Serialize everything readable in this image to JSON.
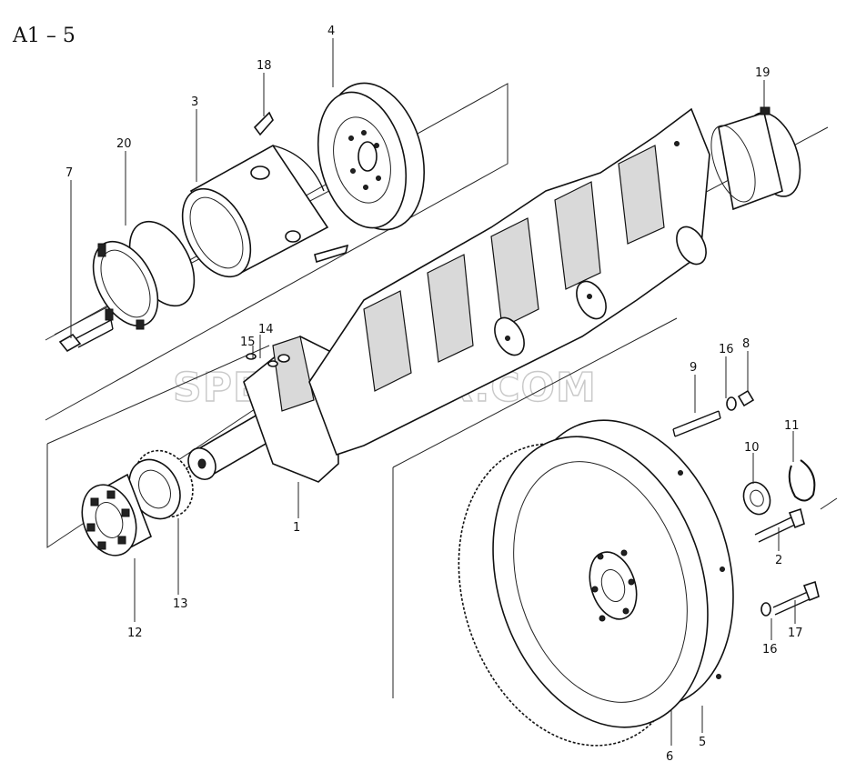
{
  "title": "A1 – 5",
  "watermark": "SPECSERVER.COM",
  "callouts": {
    "c1": "1",
    "c2": "2",
    "c3": "3",
    "c4": "4",
    "c5": "5",
    "c6": "6",
    "c7": "7",
    "c8": "8",
    "c9": "9",
    "c10": "10",
    "c11": "11",
    "c12": "12",
    "c13": "13",
    "c14": "14",
    "c15": "15",
    "c16a": "16",
    "c16b": "16",
    "c17": "17",
    "c18": "18",
    "c19": "19",
    "c20": "20"
  }
}
